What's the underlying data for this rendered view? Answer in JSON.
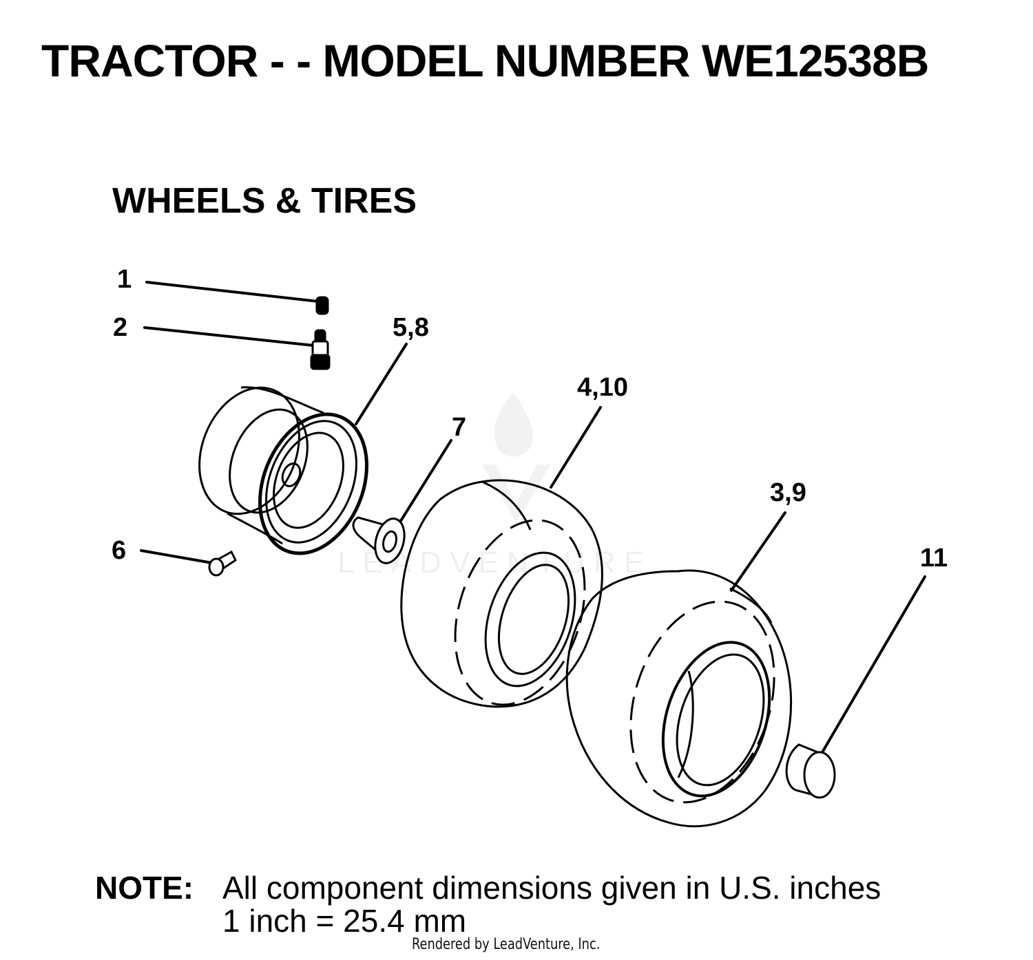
{
  "header": {
    "title": "TRACTOR - - MODEL NUMBER WE12538B",
    "section": "WHEELS & TIRES"
  },
  "diagram": {
    "callouts": [
      {
        "id": "c1",
        "label": "1"
      },
      {
        "id": "c2",
        "label": "2"
      },
      {
        "id": "c58",
        "label": "5,8"
      },
      {
        "id": "c410",
        "label": "4,10"
      },
      {
        "id": "c7",
        "label": "7"
      },
      {
        "id": "c39",
        "label": "3,9"
      },
      {
        "id": "c6",
        "label": "6"
      },
      {
        "id": "c11",
        "label": "11"
      }
    ],
    "watermark": "LEADVENTURE"
  },
  "note": {
    "label": "NOTE:",
    "line1": "All component dimensions given in U.S. inches",
    "line2": "1 inch = 25.4 mm"
  },
  "footer": {
    "rendered_by": "Rendered by LeadVenture, Inc."
  }
}
